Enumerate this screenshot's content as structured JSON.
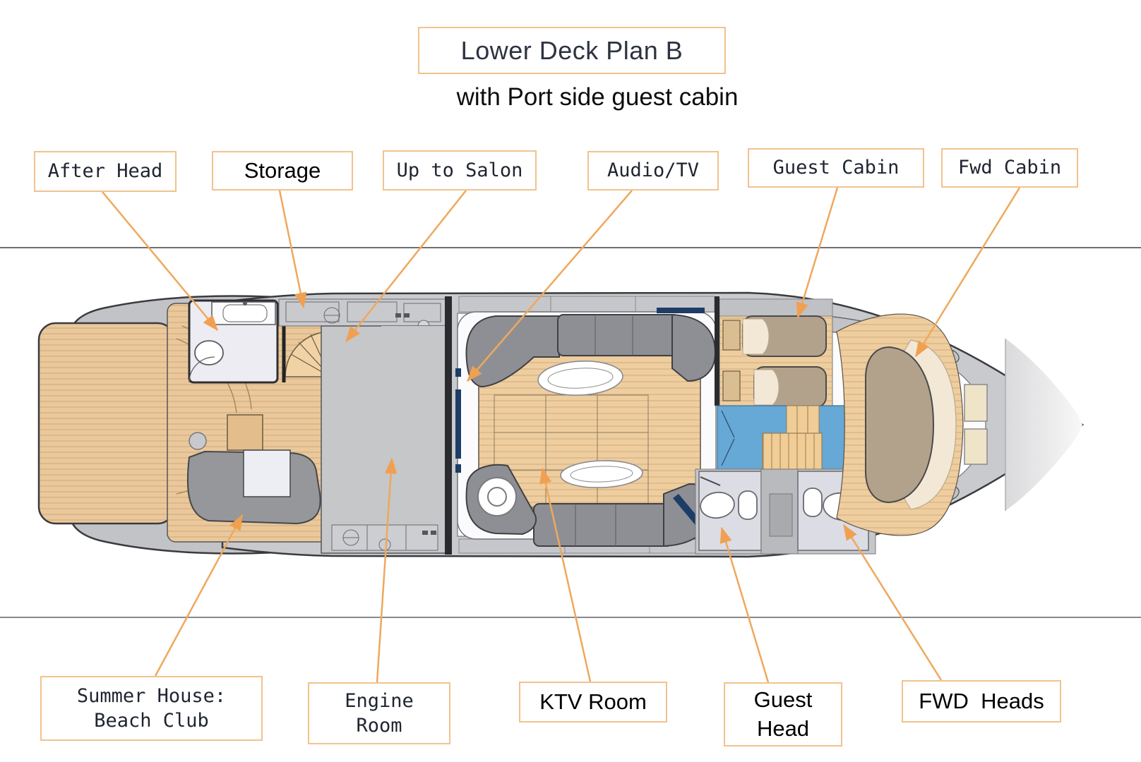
{
  "title": {
    "text": "Lower Deck Plan B"
  },
  "subtitle": {
    "text": "with Port side guest cabin"
  },
  "labels": {
    "after_head": {
      "text": "After Head"
    },
    "storage": {
      "text": "Storage"
    },
    "up_to_salon": {
      "text": "Up to Salon"
    },
    "audio_tv": {
      "text": "Audio/TV"
    },
    "guest_cabin": {
      "text": "Guest Cabin"
    },
    "fwd_cabin": {
      "text": "Fwd Cabin"
    },
    "summer_house": {
      "line1": "Summer House:",
      "line2": "Beach Club"
    },
    "engine_room": {
      "line1": "Engine",
      "line2": "Room"
    },
    "ktv_room": {
      "text": "KTV Room"
    },
    "guest_head": {
      "line1": "Guest",
      "line2": "Head"
    },
    "fwd_heads": {
      "text": "FWD  Heads"
    }
  },
  "colors": {
    "accent_orange": "#EFA85C",
    "label_border": "#F2C28E",
    "wood": "#EAC89B",
    "wood_line": "#CBA172",
    "stair_wood": "#F0CD97",
    "hull_gray": "#C9CACD",
    "sofa_gray": "#8E8F94",
    "navy": "#1E3D66",
    "corridor_blue": "#66A8D6",
    "bed_tan": "#B3A28B",
    "pillow_cream": "#F2E8D5",
    "bath_floor": "#DBDCE4",
    "outline": "#3A3B3E"
  }
}
